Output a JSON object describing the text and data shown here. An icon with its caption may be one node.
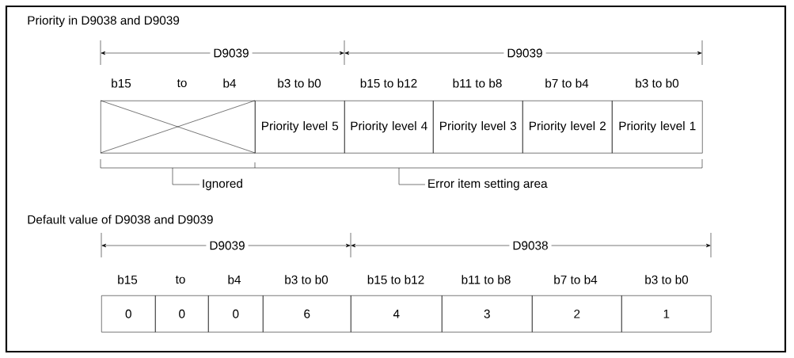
{
  "diagram": {
    "nodes": [
      {
        "text": [],
        "shape": "box"
      },
      {
        "text": [
          "Priority level 5"
        ]
      },
      {
        "text": [
          "Priority level 4"
        ]
      },
      {
        "text": [
          "Priority level 3"
        ]
      },
      {
        "text": [
          "Priority level 2"
        ]
      },
      {
        "text": [
          "Priority level 1"
        ]
      },
      {
        "text": [
          "Ignored"
        ]
      },
      {
        "text": [
          "Error item setting area"
        ]
      },
      {
        "text": [
          "0"
        ]
      },
      {
        "text": [
          "0"
        ]
      },
      {
        "text": [
          "0"
        ]
      },
      {
        "text": [
          "6"
        ]
      },
      {
        "text": [
          "4"
        ]
      },
      {
        "text": [
          "3"
        ]
      },
      {
        "text": [
          "2"
        ]
      },
      {
        "text": [
          "1"
        ]
      }
    ],
    "edges": [
      {
        "from": 6,
        "to": null,
        "arrow": "none"
      },
      {
        "from": 7,
        "to": null,
        "arrow": "none"
      }
    ],
    "labels": [
      "Priority in D9038 and D9039",
      "D9039",
      "D9039",
      "b15",
      "to",
      "b4",
      "b3 to b0",
      "b15 to b12",
      "b11 to b8",
      "b7 to b4",
      "b3 to b0",
      "Default value of D9038 and D9039",
      "D9039",
      "D9038",
      "b15",
      "to",
      "b4",
      "b3 to b0",
      "b15 to b12",
      "b11 to b8",
      "b7 to b4",
      "b3 to b0"
    ]
  }
}
